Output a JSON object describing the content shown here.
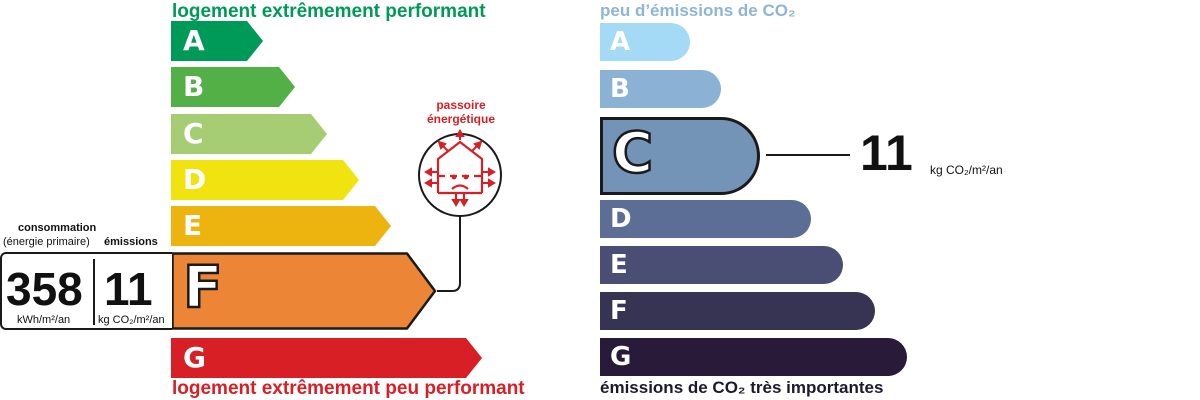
{
  "energy": {
    "top_label": "logement extrêmement performant",
    "bottom_label": "logement extrêmement peu performant",
    "classes": [
      {
        "letter": "A",
        "color": "#009a58"
      },
      {
        "letter": "B",
        "color": "#53b047"
      },
      {
        "letter": "C",
        "color": "#a6cd73"
      },
      {
        "letter": "D",
        "color": "#f1e30f"
      },
      {
        "letter": "E",
        "color": "#edb40f"
      },
      {
        "letter": "F",
        "color": "#ec8536"
      },
      {
        "letter": "G",
        "color": "#d81f26"
      }
    ],
    "selected_class": "F"
  },
  "values": {
    "consumption_title": "consommation",
    "consumption_subtitle": "(énergie primaire)",
    "emissions_title": "émissions",
    "consumption_value": "358",
    "consumption_unit": "kWh/m²/an",
    "emissions_value": "11",
    "emissions_unit": "kg CO₂/m²/an"
  },
  "passoire": {
    "line1": "passoire",
    "line2": "énergétique",
    "icon": "sad-house-icon"
  },
  "climate": {
    "top_label": "peu d’émissions de CO₂",
    "bottom_label": "émissions de CO₂ très importantes",
    "classes": [
      {
        "letter": "A",
        "color": "#a5daf6"
      },
      {
        "letter": "B",
        "color": "#8bb2d5"
      },
      {
        "letter": "C",
        "color": "#7494b7"
      },
      {
        "letter": "D",
        "color": "#5c6e95"
      },
      {
        "letter": "E",
        "color": "#4a4e74"
      },
      {
        "letter": "F",
        "color": "#373453"
      },
      {
        "letter": "G",
        "color": "#281a38"
      }
    ],
    "selected_class": "C",
    "value": "11",
    "unit": "kg CO₂/m²/an"
  }
}
